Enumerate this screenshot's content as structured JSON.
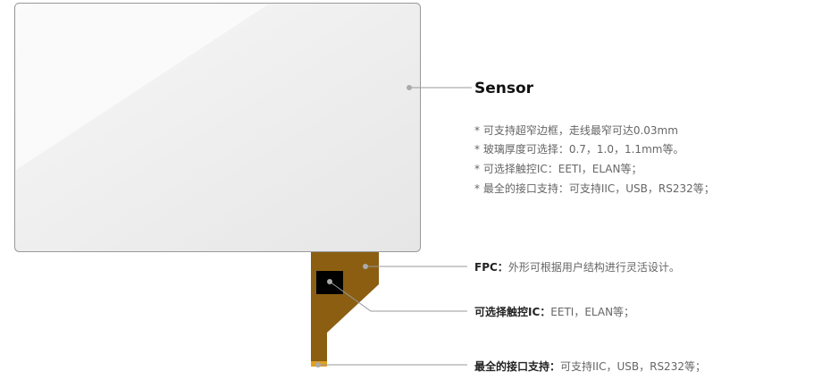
{
  "sensor": {
    "title": "Sensor",
    "bullets": [
      "* 可支持超窄边框，走线最窄可达0.03mm",
      "* 玻璃厚度可选择：0.7，1.0，1.1mm等。",
      "* 可选择触控IC：EETI，ELAN等；",
      "* 最全的接口支持：可支持IIC，USB，RS232等；"
    ]
  },
  "callouts": [
    {
      "label": "FPC：",
      "text": "外形可根据用户结构进行灵活设计。"
    },
    {
      "label": "可选择触控IC：",
      "text": "EETI，ELAN等；"
    },
    {
      "label": "最全的接口支持：",
      "text": "可支持IIC，USB，RS232等；"
    }
  ],
  "colors": {
    "fpc": "#8B5E12",
    "gold": "#E0A020",
    "chip": "#000000",
    "panel": "#E8E8E8"
  }
}
